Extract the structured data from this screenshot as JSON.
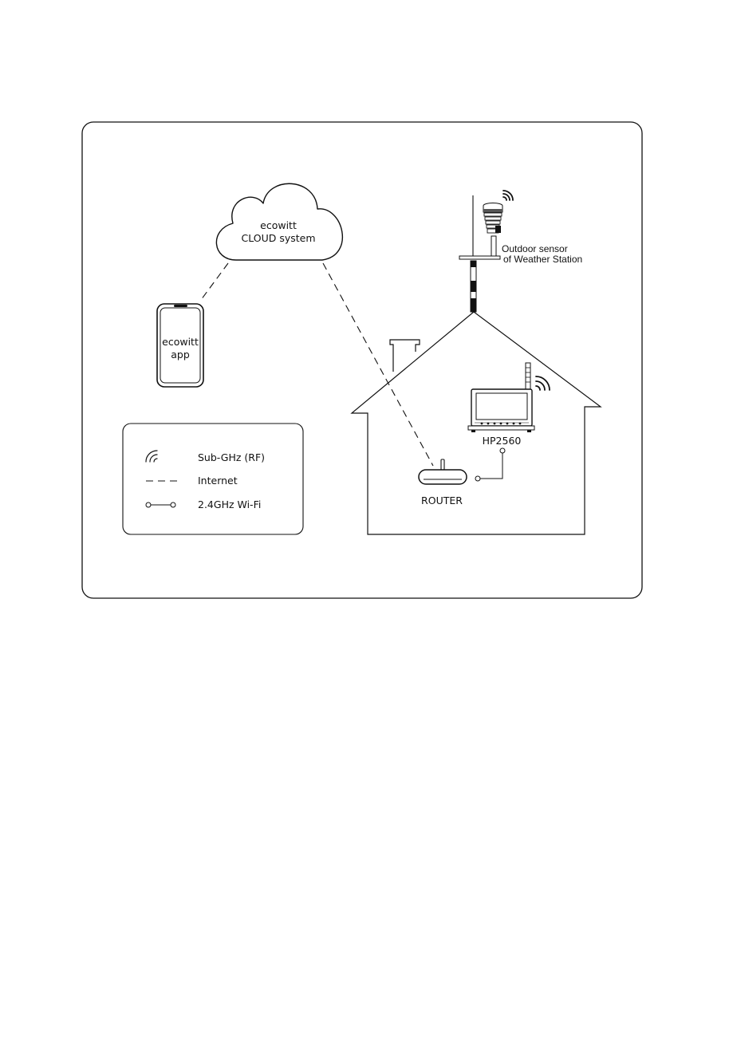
{
  "cloud": {
    "line1": "ecowitt",
    "line2": "CLOUD system"
  },
  "phone": {
    "line1": "ecowitt",
    "line2": "app"
  },
  "outdoor_sensor": {
    "line1": "Outdoor sensor",
    "line2": "of Weather Station"
  },
  "console": {
    "label": "HP2560"
  },
  "router": {
    "label": "ROUTER"
  },
  "legend": {
    "items": [
      {
        "icon": "rf-waves-icon",
        "label": "Sub-GHz (RF)"
      },
      {
        "icon": "dashed-line-icon",
        "label": "Internet"
      },
      {
        "icon": "wifi-link-icon",
        "label": "2.4GHz Wi-Fi"
      }
    ]
  },
  "colors": {
    "stroke": "#111111",
    "background": "#ffffff"
  }
}
